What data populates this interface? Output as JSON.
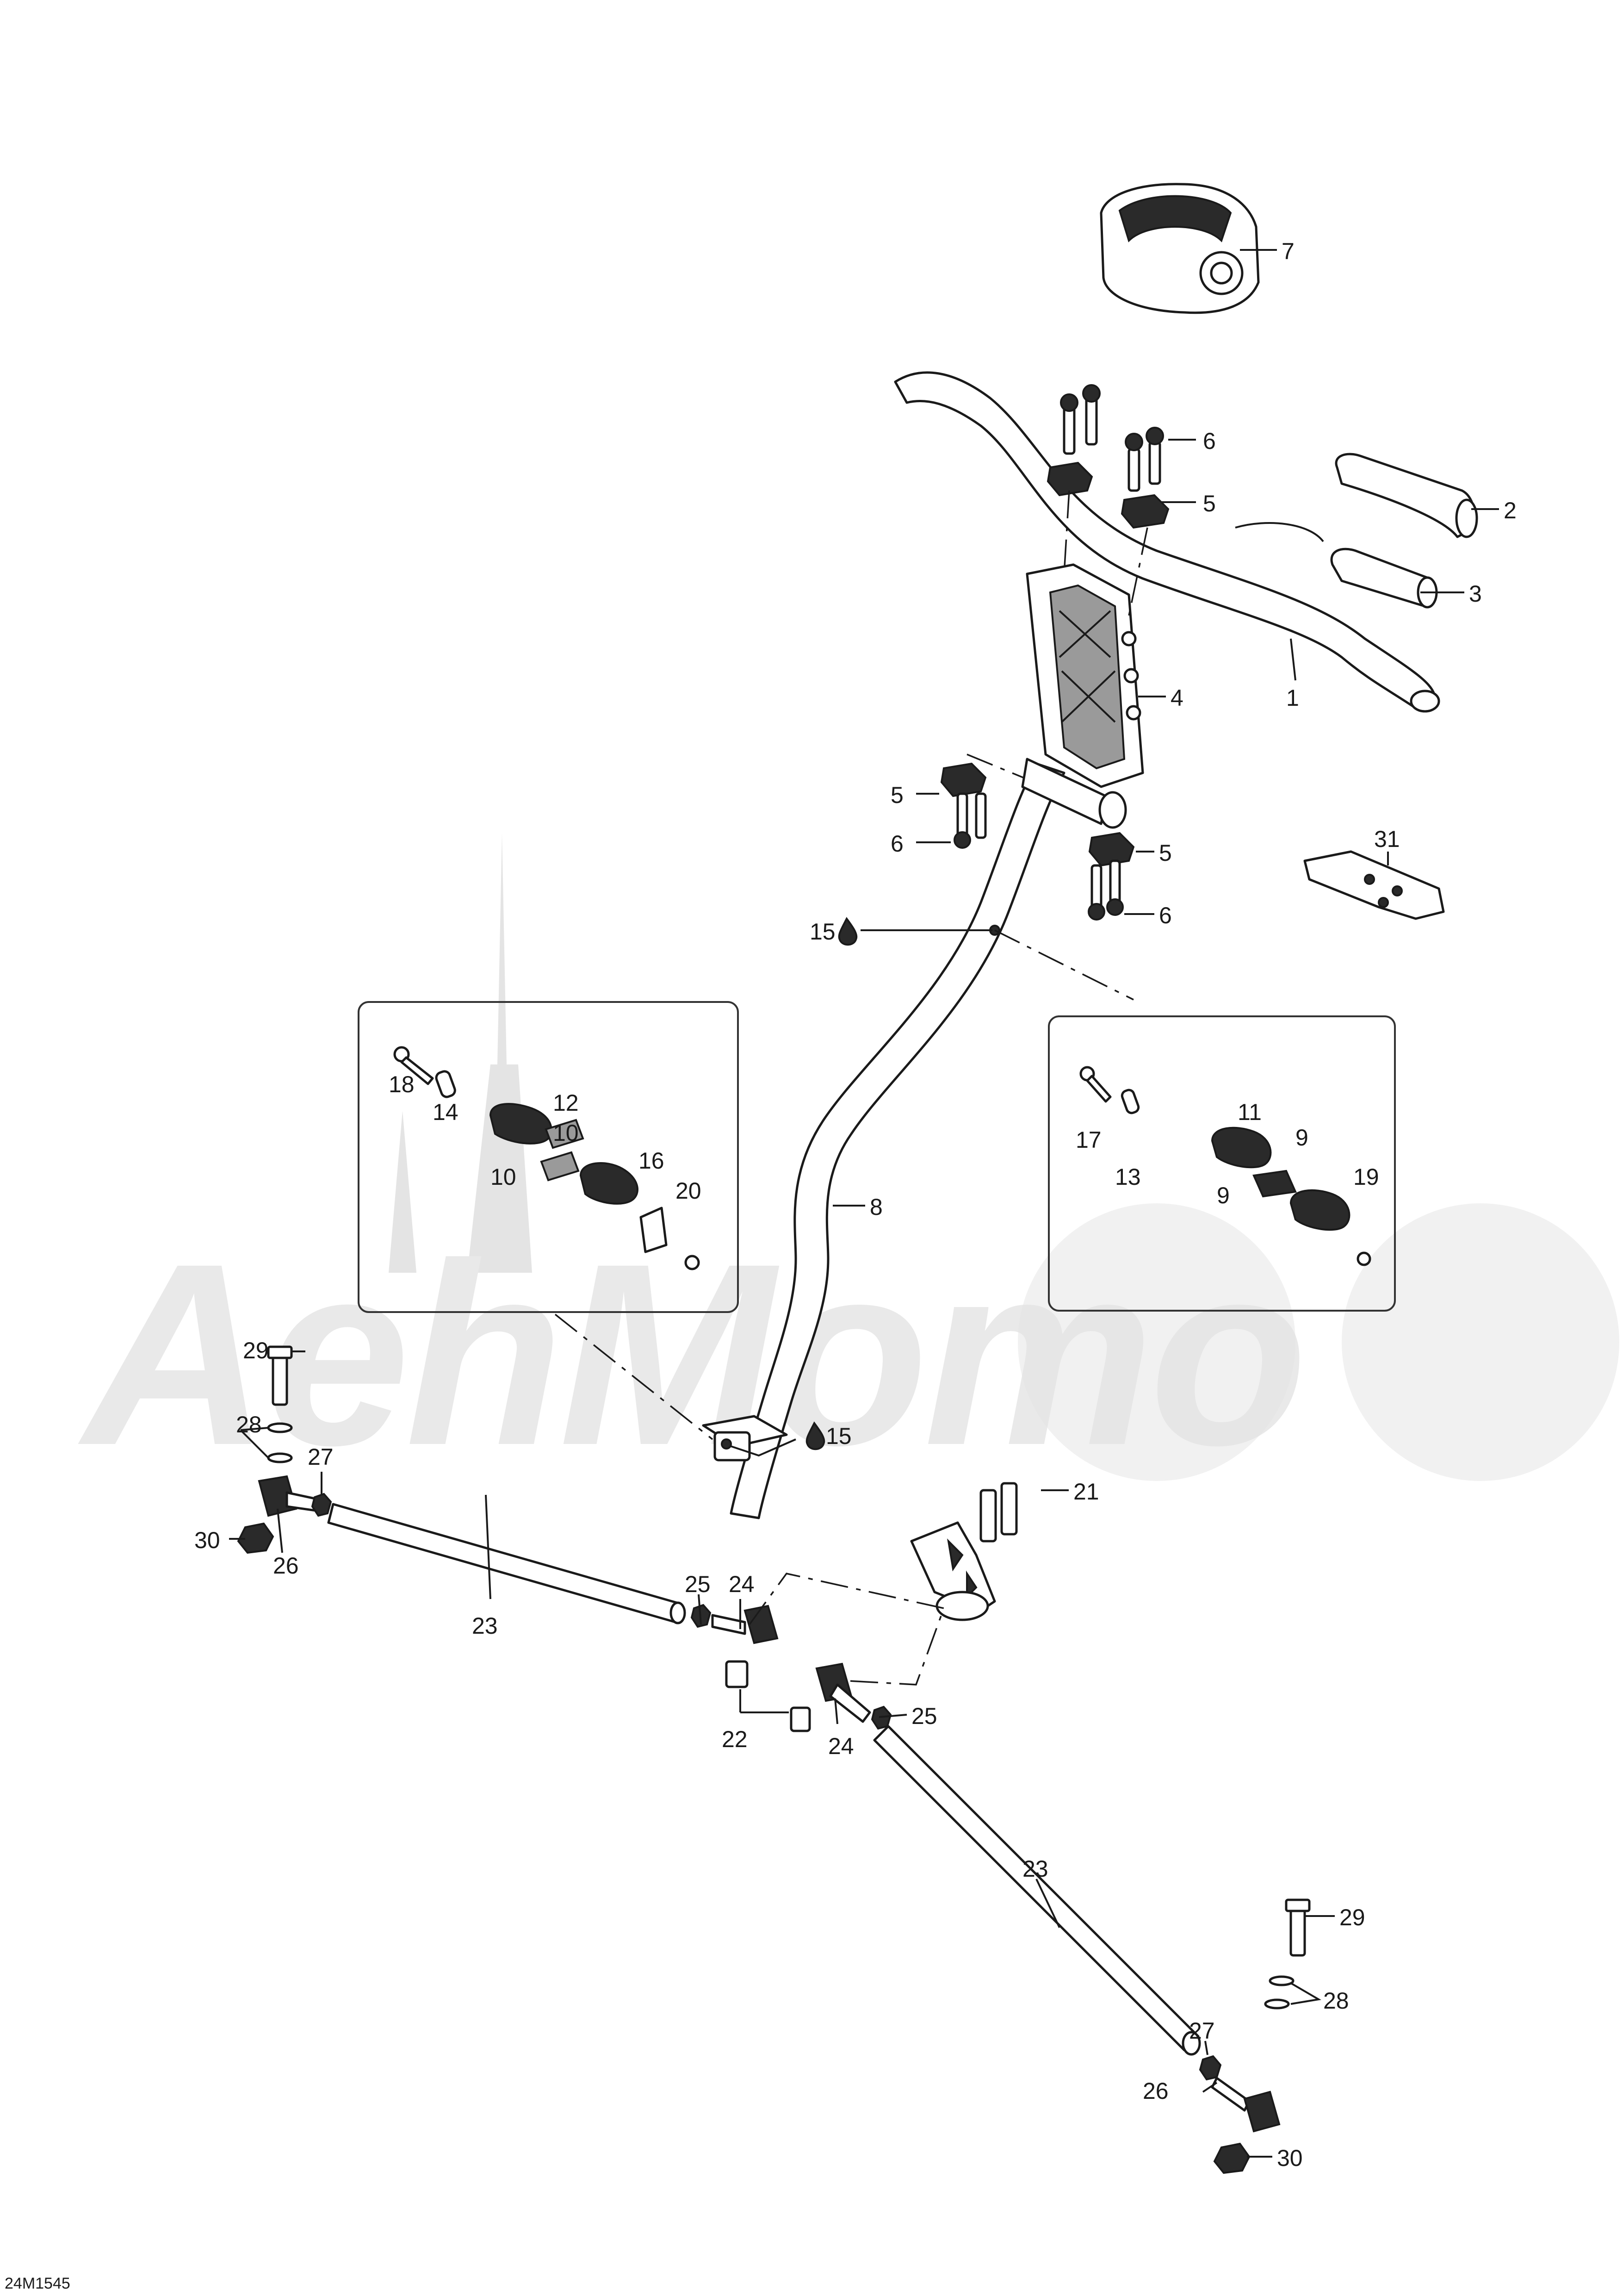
{
  "drawing_ref": "24M1545",
  "watermark_text": "AehMomo",
  "callouts": [
    {
      "id": "c1",
      "label": "1"
    },
    {
      "id": "c2",
      "label": "2"
    },
    {
      "id": "c3",
      "label": "3"
    },
    {
      "id": "c4",
      "label": "4"
    },
    {
      "id": "c5a",
      "label": "5"
    },
    {
      "id": "c5b",
      "label": "5"
    },
    {
      "id": "c5c",
      "label": "5"
    },
    {
      "id": "c6a",
      "label": "6"
    },
    {
      "id": "c6b",
      "label": "6"
    },
    {
      "id": "c6c",
      "label": "6"
    },
    {
      "id": "c7",
      "label": "7"
    },
    {
      "id": "c8",
      "label": "8"
    },
    {
      "id": "c9a",
      "label": "9"
    },
    {
      "id": "c9b",
      "label": "9"
    },
    {
      "id": "c10a",
      "label": "10"
    },
    {
      "id": "c10b",
      "label": "10"
    },
    {
      "id": "c11",
      "label": "11"
    },
    {
      "id": "c12",
      "label": "12"
    },
    {
      "id": "c13",
      "label": "13"
    },
    {
      "id": "c14",
      "label": "14"
    },
    {
      "id": "c15a",
      "label": "15"
    },
    {
      "id": "c15b",
      "label": "15"
    },
    {
      "id": "c16",
      "label": "16"
    },
    {
      "id": "c17",
      "label": "17"
    },
    {
      "id": "c18",
      "label": "18"
    },
    {
      "id": "c19",
      "label": "19"
    },
    {
      "id": "c20",
      "label": "20"
    },
    {
      "id": "c21",
      "label": "21"
    },
    {
      "id": "c22",
      "label": "22"
    },
    {
      "id": "c23a",
      "label": "23"
    },
    {
      "id": "c23b",
      "label": "23"
    },
    {
      "id": "c24a",
      "label": "24"
    },
    {
      "id": "c24b",
      "label": "24"
    },
    {
      "id": "c25a",
      "label": "25"
    },
    {
      "id": "c25b",
      "label": "25"
    },
    {
      "id": "c26a",
      "label": "26"
    },
    {
      "id": "c26b",
      "label": "26"
    },
    {
      "id": "c27a",
      "label": "27"
    },
    {
      "id": "c27b",
      "label": "27"
    },
    {
      "id": "c28a",
      "label": "28"
    },
    {
      "id": "c28b",
      "label": "28"
    },
    {
      "id": "c29a",
      "label": "29"
    },
    {
      "id": "c29b",
      "label": "29"
    },
    {
      "id": "c30a",
      "label": "30"
    },
    {
      "id": "c30b",
      "label": "30"
    },
    {
      "id": "c31",
      "label": "31"
    }
  ]
}
